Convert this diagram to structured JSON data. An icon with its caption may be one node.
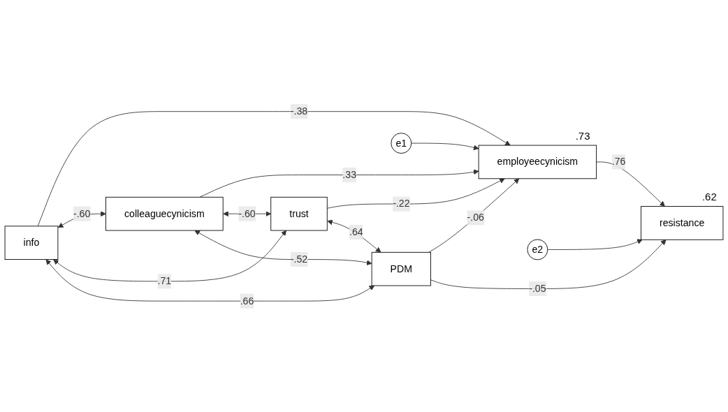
{
  "diagram": {
    "nodes": [
      {
        "text": [
          "info"
        ]
      },
      {
        "text": [
          "colleaguecynicism"
        ]
      },
      {
        "text": [
          "trust"
        ]
      },
      {
        "text": [
          "PDM"
        ]
      },
      {
        "text": [
          "employeecynicism"
        ],
        "beside": [
          ".73"
        ]
      },
      {
        "text": [
          "resistance"
        ],
        "beside": [
          ".62"
        ]
      },
      {
        "text": [
          "e1"
        ]
      },
      {
        "text": [
          "e2"
        ]
      }
    ],
    "edges": [
      {
        "from": 0,
        "to": 4,
        "arrow": "to",
        "label": "-.38"
      },
      {
        "from": 1,
        "to": 4,
        "arrow": "to",
        "label": ".33"
      },
      {
        "from": 2,
        "to": 4,
        "arrow": "to",
        "label": "-.22"
      },
      {
        "from": 3,
        "to": 4,
        "arrow": "to",
        "label": "-.06"
      },
      {
        "from": 4,
        "to": 5,
        "arrow": "to",
        "label": ".76"
      },
      {
        "from": 3,
        "to": 5,
        "arrow": "to",
        "label": "-.05"
      },
      {
        "from": 6,
        "to": 4,
        "arrow": "to"
      },
      {
        "from": 7,
        "to": 5,
        "arrow": "to"
      },
      {
        "from": 0,
        "to": 1,
        "arrow": "both",
        "label": "-.60"
      },
      {
        "from": 1,
        "to": 2,
        "arrow": "both",
        "label": "-.60"
      },
      {
        "from": 2,
        "to": 3,
        "arrow": "both",
        "label": ".64"
      },
      {
        "from": 0,
        "to": 2,
        "arrow": "both",
        "label": ".71"
      },
      {
        "from": 0,
        "to": 3,
        "arrow": "both",
        "label": ".66"
      },
      {
        "from": 1,
        "to": 3,
        "arrow": "both",
        "label": "-.52"
      }
    ]
  }
}
